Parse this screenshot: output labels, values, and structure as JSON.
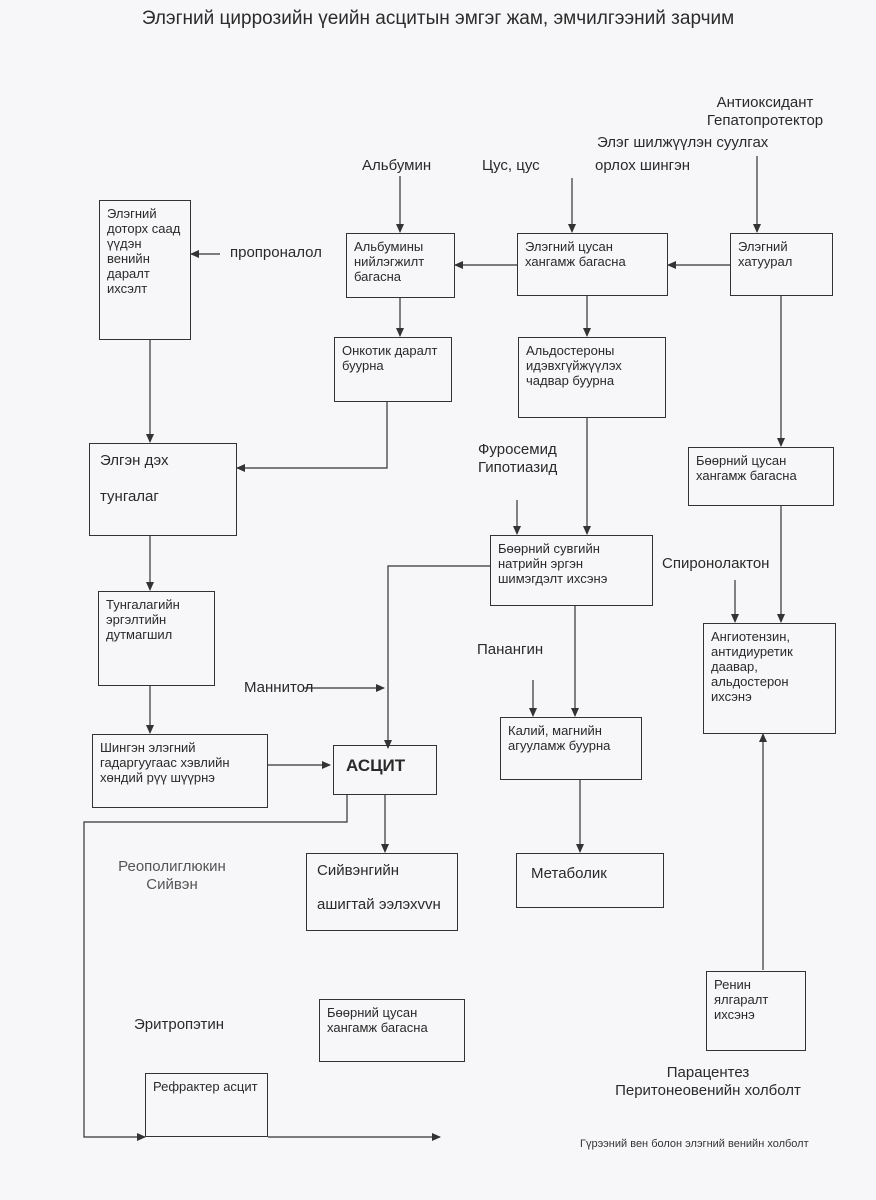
{
  "title": "Элэгний циррозийн үеийн асцитын эмгэг жам, эмчилгээний зарчим",
  "footnote": "Гүрээний вен болон элэгний венийн холболт",
  "boxes": {
    "portal_pressure": "Элэгний доторх саад үүдэн венийн даралт ихсэлт",
    "albumin_synthesis": "Альбумины нийлэгжилт багасна",
    "hepatic_blood": "Элэгний цусан хангамж багасна",
    "liver_hardening": "Элэгний хатуурал",
    "oncotic": "Онкотик даралт буурна",
    "aldosterone": "Альдостероны идэвхгүйжүүлэх чадвар буурна",
    "excess_lymph": [
      "Элгэн дэх",
      "тунгалаг"
    ],
    "renal_blood_1": "Бөөрний цусан хангамж багасна",
    "sodium": "Бөөрний сувгийн натрийн эргэн шимэгдэлт ихсэнэ",
    "lymph_circ": "Тунгалагийн эргэлтийн дутмагшил",
    "angiotensin": "Ангиотензин, антидиуретик даавар, альдостерон ихсэнэ",
    "potassium": "Калий, магнийн агууламж буурна",
    "fluid_leak": "Шингэн элэгний гадаргуугаас хэвлийн хөндий рүү шүүрнэ",
    "ascites": "АСЦИТ",
    "diet": [
      "Сийвэнгийн",
      "ашигтай ээлэхvvн"
    ],
    "metabolic": "Метаболик",
    "renal_blood_2": "Бөөрний цусан хангамж багасна",
    "renin": "Ренин ялгаралт ихсэнэ",
    "refractory": "Рефрактер асцит"
  },
  "labels": {
    "antioxidant": [
      "Антиоксидант",
      "Гепатопротектор",
      "Элэг шилжүүлэн суулгах"
    ],
    "albumin": "Альбумин",
    "blood": "Цус, цус",
    "substitute": "орлох шингэн",
    "propranolol": "пропроналол",
    "diuretics": [
      "Фуросемид",
      "Гипотиазид"
    ],
    "spironolactone": "Спиронолактон",
    "panangin": "Панангин",
    "mannitol": "Маннитол",
    "rheopolyglucin": [
      "Реополиглюкин",
      "Сийвэн"
    ],
    "erythropoietin": "Эритропэтин",
    "paracentesis": [
      "Парацентез",
      "Перитонеовенийн холболт"
    ]
  }
}
